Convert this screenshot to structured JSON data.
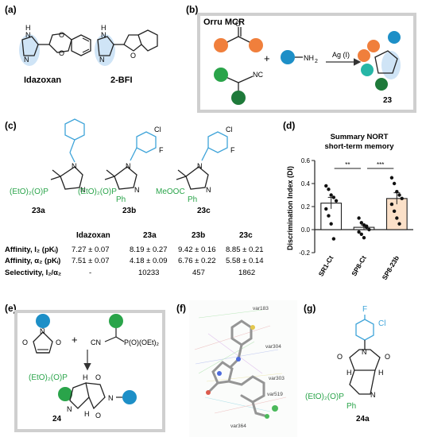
{
  "panel_labels": {
    "a": "(a)",
    "b": "(b)",
    "c": "(c)",
    "d": "(d)",
    "e": "(e)",
    "f": "(f)",
    "g": "(g)"
  },
  "panel_a": {
    "compound1": "Idazoxan",
    "compound2": "2-BFI",
    "nh": "H",
    "n": "N"
  },
  "panel_b": {
    "title": "Orru MCR",
    "reagent_nh2": "NH",
    "reagent_nh2_sub": "2",
    "reagent_nc": "NC",
    "catalyst": "Ag (I)",
    "plus": "+",
    "product": "23",
    "colors": {
      "orange": "#f07f3c",
      "green": "#2aa44a",
      "darkgreen": "#1e7a3a",
      "blue": "#1d8fc7",
      "teal": "#26b6a6"
    }
  },
  "panel_c": {
    "labels": [
      "23a",
      "23b",
      "23c"
    ],
    "phosphonate": "(EtO)₂(O)P",
    "ph": "Ph",
    "ester": "MeOOC",
    "cl": "Cl",
    "f": "F",
    "n": "N",
    "table": {
      "headers": [
        "Idazoxan",
        "23a",
        "23b",
        "23c"
      ],
      "rows": [
        {
          "label": "Affinity, I₂ (pKᵢ)",
          "values": [
            "7.27 ± 0.07",
            "8.19 ± 0.27",
            "9.42 ± 0.16",
            "8.85 ± 0.21"
          ]
        },
        {
          "label": "Affinity, α₂ (pKᵢ)",
          "values": [
            "7.51 ± 0.07",
            "4.18 ± 0.09",
            "6.76 ± 0.22",
            "5.58 ± 0.14"
          ]
        },
        {
          "label": "Selectivity, I₂/α₂",
          "values": [
            "-",
            "10233",
            "457",
            "1862"
          ]
        }
      ]
    }
  },
  "chart_data": {
    "type": "bar",
    "title": "Summary NORT",
    "subtitle": "short-term memory",
    "ylabel": "Discrimination Index (DI)",
    "categories": [
      "SR1-Ct",
      "SP8-Ct",
      "SP8-23b"
    ],
    "values": [
      0.23,
      0.02,
      0.27
    ],
    "errors": [
      0.05,
      0.02,
      0.05
    ],
    "ylim": [
      -0.2,
      0.6
    ],
    "yticks": [
      -0.2,
      0.0,
      0.2,
      0.4,
      0.6
    ],
    "ytick_labels": [
      "-0.2",
      "0.0",
      "0.2",
      "0.4",
      "0.6"
    ],
    "bar_colors": [
      "#ffffff",
      "#ffffff",
      "#fbe0c8"
    ],
    "points": [
      [
        0.38,
        0.35,
        0.3,
        0.28,
        0.25,
        0.18,
        0.12,
        0.05,
        -0.08
      ],
      [
        0.1,
        0.06,
        0.04,
        0.02,
        0.0,
        -0.02,
        -0.04,
        -0.07,
        0.03
      ],
      [
        0.45,
        0.4,
        0.33,
        0.3,
        0.27,
        0.22,
        0.16,
        0.1,
        0.05
      ]
    ],
    "significance": [
      {
        "from": 0,
        "to": 1,
        "label": "**"
      },
      {
        "from": 1,
        "to": 2,
        "label": "***"
      }
    ]
  },
  "panel_e": {
    "product": "24",
    "reagent": "P(O)(OEt)₂",
    "cn": "CN",
    "phosphonate": "(EtO)₂(O)P",
    "plus": "+",
    "n": "N",
    "h": "H",
    "o": "O"
  },
  "panel_f": {
    "labels": [
      "var183",
      "var304",
      "var303",
      "var519",
      "var364"
    ]
  },
  "panel_g": {
    "product": "24a",
    "f": "F",
    "cl": "Cl",
    "phosphonate": "(EtO)₂(O)P",
    "ph": "Ph",
    "n": "N",
    "h": "H",
    "o": "O"
  }
}
